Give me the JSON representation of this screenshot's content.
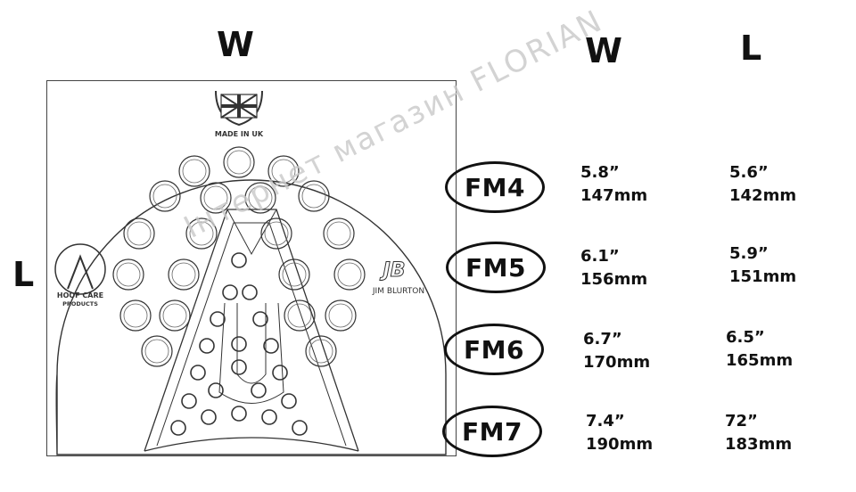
{
  "header": {
    "pad_w_label": "W",
    "table_w_header": "W",
    "table_l_header": "L"
  },
  "pad": {
    "l_label": "L",
    "made_in_text": "MADE IN UK",
    "left_logo_line1": "HOOF CARE",
    "left_logo_line2": "PRODUCTS",
    "right_logo_mark": "JB",
    "right_logo_text": "JIM BLURTON"
  },
  "watermark": "FLORIAN",
  "watermark_cyrillic": "Інтернет магазин",
  "sizes": [
    {
      "name": "FM4",
      "w_in": "5.8”",
      "w_mm": "147mm",
      "l_in": "5.6”",
      "l_mm": "142mm"
    },
    {
      "name": "FM5",
      "w_in": "6.1”",
      "w_mm": "156mm",
      "l_in": "5.9”",
      "l_mm": "151mm"
    },
    {
      "name": "FM6",
      "w_in": "6.7”",
      "w_mm": "170mm",
      "l_in": "6.5”",
      "l_mm": "165mm"
    },
    {
      "name": "FM7",
      "w_in": "7.4”",
      "w_mm": "190mm",
      "l_in": "72”",
      "l_mm": "183mm"
    }
  ]
}
